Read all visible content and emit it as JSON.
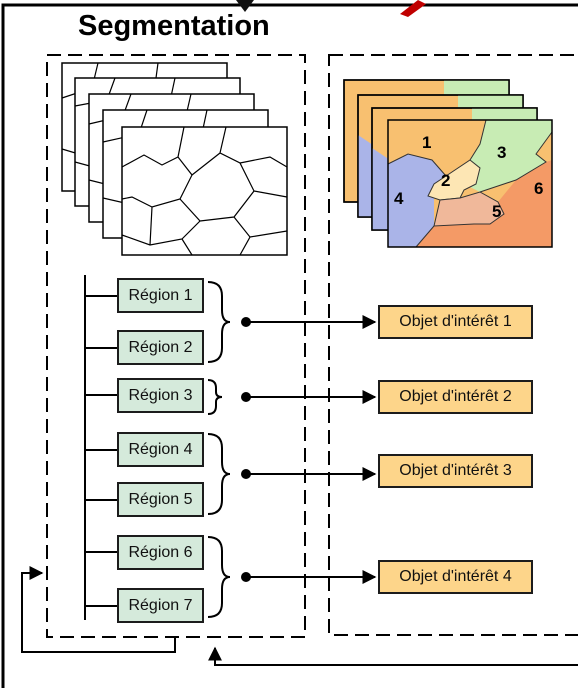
{
  "title": "Segmentation",
  "regions": [
    "Région 1",
    "Région 2",
    "Région 3",
    "Région 4",
    "Région 5",
    "Région 6",
    "Région 7"
  ],
  "objects": [
    "Objet d'intérêt 1",
    "Objet d'intérêt 2",
    "Objet d'intérêt 3",
    "Objet d'intérêt 4"
  ],
  "map_labels": [
    "1",
    "2",
    "3",
    "4",
    "5",
    "6"
  ],
  "colors": {
    "region_fill": "#d5eadb",
    "object_fill": "#fdd58a",
    "map_orange": "#f8c070",
    "map_green": "#c8ecb4",
    "map_blue": "#aab4e8",
    "map_dark_orange": "#f49a66",
    "map_salmon": "#f0b89a",
    "map_cream": "#fde6b4",
    "top_arrow": "#c00000"
  }
}
